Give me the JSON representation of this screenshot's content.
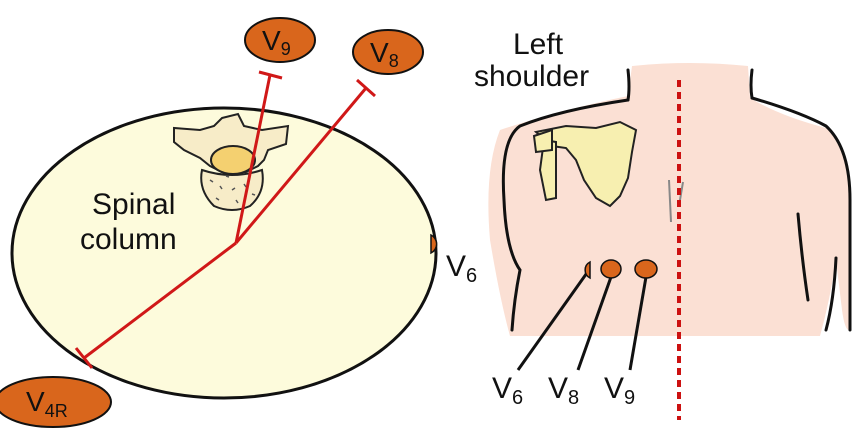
{
  "left_panel": {
    "region_label_line1": "Spinal",
    "region_label_line2": "column",
    "leads": {
      "v9": {
        "main": "V",
        "sub": "9"
      },
      "v8": {
        "main": "V",
        "sub": "8"
      },
      "v4r": {
        "main": "V",
        "sub": "4R"
      },
      "v6": {
        "main": "V",
        "sub": "6"
      }
    }
  },
  "right_panel": {
    "shoulder_label_line1": "Left",
    "shoulder_label_line2": "shoulder",
    "electrode_labels": [
      {
        "main": "V",
        "sub": "6"
      },
      {
        "main": "V",
        "sub": "8"
      },
      {
        "main": "V",
        "sub": "9"
      }
    ]
  },
  "colors": {
    "cross_section_fill": "#fdfbdc",
    "lead_line": "#d01818",
    "electrode": "#d9661c",
    "skin": "#fbe0d4",
    "midline": "#cc1111",
    "bone": "#f7efb0"
  },
  "icons": {
    "vertebra": "vertebra-icon",
    "scapula": "scapula-icon"
  }
}
